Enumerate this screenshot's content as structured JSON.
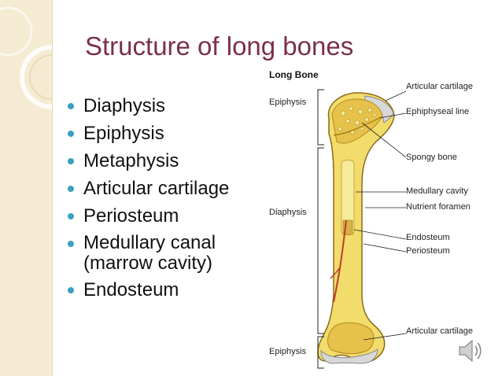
{
  "slide": {
    "title": "Structure of long bones",
    "bullets": [
      {
        "text": "Diaphysis"
      },
      {
        "text": "Epiphysis"
      },
      {
        "text": "Metaphysis"
      },
      {
        "text": "Articular cartilage"
      },
      {
        "text": "Periosteum"
      },
      {
        "text": "Medullary canal",
        "text2": "(marrow cavity)"
      },
      {
        "text": "Endosteum"
      }
    ]
  },
  "diagram": {
    "title": "Long Bone",
    "left_labels": {
      "epiphysis_top": "Epiphysis",
      "diaphysis": "Diaphysis",
      "epiphysis_bottom": "Epiphysis"
    },
    "right_labels": {
      "articular_cartilage_top": "Articular cartilage",
      "epiphyseal_line": "Ephiphyseal line",
      "spongy_bone": "Spongy bone",
      "medullary_cavity": "Medullary cavity",
      "nutrient_foramen": "Nutrient foramen",
      "endosteum": "Endosteum",
      "periosteum": "Periosteum",
      "articular_cartilage_bottom": "Articular cartilage"
    },
    "colors": {
      "bone": "#f2dc6b",
      "bone_dark": "#c9a93a",
      "spongy": "#e7c24a",
      "cartilage": "#d8d8d8",
      "vessel": "#c0392b"
    }
  },
  "audio_icon": "speaker-icon"
}
